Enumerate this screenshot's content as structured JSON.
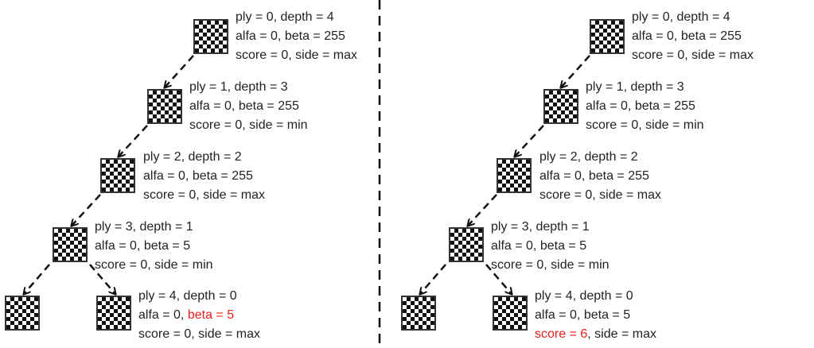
{
  "colors": {
    "text": "#222222",
    "highlight": "#e8201a",
    "board_dark": "#111111"
  },
  "left_tree": {
    "nodes": [
      {
        "lines": [
          [
            "ply = 0, depth = 4",
            ""
          ],
          [
            "alfa = 0, beta = 255",
            ""
          ],
          [
            "score = 0, side = max",
            ""
          ]
        ]
      },
      {
        "lines": [
          [
            "ply = 1, depth = 3",
            ""
          ],
          [
            "alfa = 0, beta = 255",
            ""
          ],
          [
            "score = 0, side = min",
            ""
          ]
        ]
      },
      {
        "lines": [
          [
            "ply = 2, depth = 2",
            ""
          ],
          [
            "alfa = 0, beta = 255",
            ""
          ],
          [
            "score = 0, side = max",
            ""
          ]
        ]
      },
      {
        "lines": [
          [
            "ply = 3, depth = 1",
            ""
          ],
          [
            "alfa = 0, beta = 5",
            ""
          ],
          [
            "score = 0, side = min",
            ""
          ]
        ]
      },
      {
        "lines": []
      },
      {
        "lines": [
          [
            "ply = 4, depth = 0",
            ""
          ],
          [
            "alfa = 0, ",
            "beta = 5",
            ""
          ],
          [
            "score = 0, side = max",
            ""
          ]
        ]
      }
    ]
  },
  "right_tree": {
    "nodes": [
      {
        "lines": [
          [
            "ply = 0, depth = 4",
            ""
          ],
          [
            "alfa = 0, beta = 255",
            ""
          ],
          [
            "score = 0, side = max",
            ""
          ]
        ]
      },
      {
        "lines": [
          [
            "ply = 1, depth = 3",
            ""
          ],
          [
            "alfa = 0, beta = 255",
            ""
          ],
          [
            "score = 0, side = min",
            ""
          ]
        ]
      },
      {
        "lines": [
          [
            "ply = 2, depth = 2",
            ""
          ],
          [
            "alfa = 0, beta = 255",
            ""
          ],
          [
            "score = 0, side = max",
            ""
          ]
        ]
      },
      {
        "lines": [
          [
            "ply = 3, depth = 1",
            ""
          ],
          [
            "alfa = 0, beta = 5",
            ""
          ],
          [
            "score = 0, side = min",
            ""
          ]
        ]
      },
      {
        "lines": []
      },
      {
        "lines": [
          [
            "ply = 4, depth = 0",
            ""
          ],
          [
            "alfa = 0, beta = 5",
            ""
          ],
          [
            "",
            "score = 6",
            ", side = max"
          ]
        ]
      }
    ]
  }
}
